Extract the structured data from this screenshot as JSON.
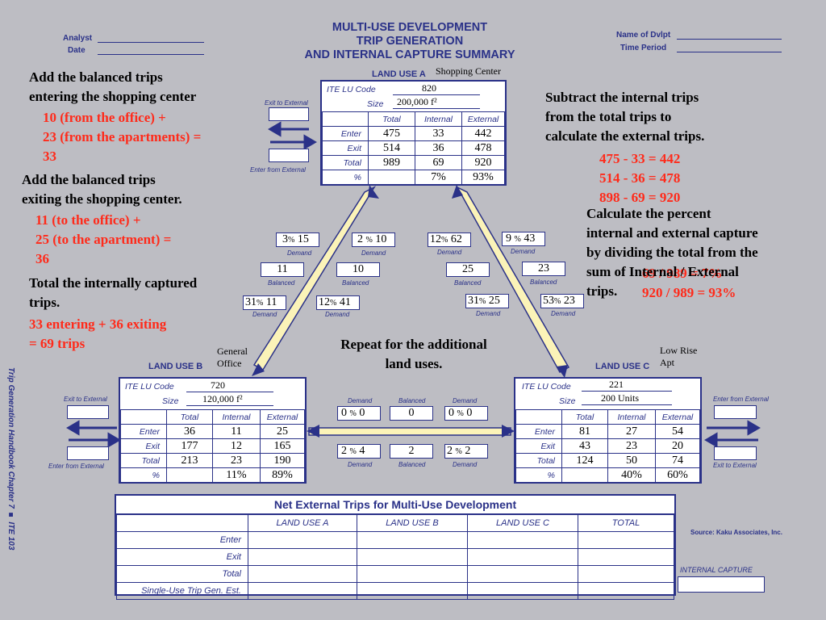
{
  "form": {
    "title_lines": [
      "MULTI-USE DEVELOPMENT",
      "TRIP GENERATION",
      "AND INTERNAL CAPTURE SUMMARY"
    ],
    "analyst_label": "Analyst",
    "date_label": "Date",
    "name_label": "Name of Dvlpt",
    "period_label": "Time Period",
    "source": "Source: Kaku Associates, Inc.",
    "side_text": "Trip Generation Handbook Chapter 7 ■ ITE 103"
  },
  "labels": {
    "ite_lu_code": "ITE LU Code",
    "size": "Size",
    "total": "Total",
    "internal": "Internal",
    "external": "External",
    "enter": "Enter",
    "exit": "Exit",
    "total_row": "Total",
    "pct": "%",
    "demand": "Demand",
    "balanced": "Balanced",
    "exit_to_external": "Exit to External",
    "enter_from_external": "Enter from External"
  },
  "land_use_a": {
    "title": "LAND USE A",
    "name": "Shopping Center",
    "code": "820",
    "size": "200,000 f²",
    "enter": [
      "475",
      "33",
      "442"
    ],
    "exit": [
      "514",
      "36",
      "478"
    ],
    "total": [
      "989",
      "69",
      "920"
    ],
    "pct": [
      "",
      "7%",
      "93%"
    ]
  },
  "land_use_b": {
    "title": "LAND USE B",
    "name": "General Office",
    "code": "720",
    "size": "120,000 f²",
    "enter": [
      "36",
      "11",
      "25"
    ],
    "exit": [
      "177",
      "12",
      "165"
    ],
    "total": [
      "213",
      "23",
      "190"
    ],
    "pct": [
      "",
      "11%",
      "89%"
    ]
  },
  "land_use_c": {
    "title": "LAND USE C",
    "name": "Low Rise Apt",
    "code": "221",
    "size": "200 Units",
    "enter": [
      "81",
      "27",
      "54"
    ],
    "exit": [
      "43",
      "23",
      "20"
    ],
    "total": [
      "124",
      "50",
      "74"
    ],
    "pct": [
      "",
      "40%",
      "60%"
    ]
  },
  "ab": {
    "a_to_b_demand_pct": "2",
    "a_to_b_demand": "10",
    "a_to_b_balanced": "10",
    "b_to_a_demand_pct": "12",
    "b_to_a_demand": "41",
    "b_from_a_demand_pct": "3",
    "b_from_a_demand": "15",
    "b_to_a_balanced": "11",
    "b_exit_demand_pct": "31",
    "b_exit_demand": "11"
  },
  "ac": {
    "a_to_c_demand_pct": "12",
    "a_to_c_demand": "62",
    "a_to_c_balanced": "25",
    "c_to_a_demand_pct": "9",
    "c_to_a_demand": "43",
    "c_to_a_balanced": "23",
    "a_from_c_demand_pct": "31",
    "a_from_c_demand": "25",
    "c_from_a_demand_pct": "53",
    "c_from_a_demand": "23"
  },
  "bc": {
    "b_to_c_demand_pct": "0",
    "b_to_c_demand": "0",
    "b_to_c_balanced": "0",
    "c_to_b_demand_pct": "0",
    "c_to_b_demand": "0",
    "b_from_c_demand_pct": "2",
    "b_from_c_demand": "4",
    "c_to_b_balanced": "2",
    "c_from_b_demand_pct": "2",
    "c_from_b_demand": "2"
  },
  "net": {
    "title": "Net External Trips for Multi-Use Development",
    "cols": [
      "LAND USE A",
      "LAND USE B",
      "LAND USE C",
      "TOTAL"
    ],
    "rows": [
      "Enter",
      "Exit",
      "Total",
      "Single-Use Trip Gen. Est."
    ],
    "internal_capture": "INTERNAL CAPTURE"
  },
  "notes": {
    "n1": [
      "Add the balanced trips",
      "entering the shopping center"
    ],
    "r1": [
      "10 (from the office) +",
      "23 (from the apartments) =",
      "33"
    ],
    "n2": [
      "Add the balanced trips",
      "exiting the shopping center."
    ],
    "r2": [
      "11 (to the office) +",
      "25 (to the apartment) =",
      "36"
    ],
    "n3": [
      "Total the internally captured",
      "trips."
    ],
    "r3": [
      "33 entering + 36 exiting",
      "= 69 trips"
    ],
    "n4": [
      "Subtract the internal trips",
      "from the total trips to",
      "calculate the external trips."
    ],
    "r4": [
      "475 - 33 = 442",
      "514 - 36 = 478",
      "898 - 69 = 920"
    ],
    "n5": [
      "Calculate the percent",
      "internal and external capture",
      "by dividing the total from the",
      "sum of Internal / External",
      "trips."
    ],
    "r5": [
      "69 / 989 = 7%",
      "920 / 989 = 93%"
    ],
    "center": [
      "Repeat for the additional",
      "land uses."
    ]
  }
}
